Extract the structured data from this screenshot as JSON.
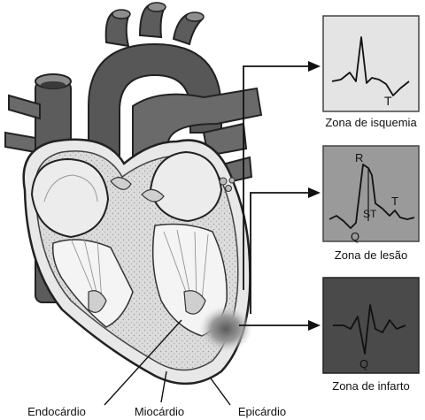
{
  "zones": {
    "ischemia": {
      "label": "Zona de isquemia",
      "wave_labels": {
        "t": "T"
      }
    },
    "lesion": {
      "label": "Zona de lesão",
      "wave_labels": {
        "r": "R",
        "st": "ST",
        "t": "T",
        "q": "Q"
      }
    },
    "infarct": {
      "label": "Zona de infarto",
      "wave_labels": {
        "q": "Q"
      }
    }
  },
  "layers": {
    "endocardium": "Endocárdio",
    "myocardium": "Miocárdio",
    "epicardium": "Epicárdio"
  },
  "colors": {
    "ischemia_panel": "#e4e4e4",
    "lesion_panel": "#9a9a9a",
    "infarct_panel": "#4a4a4a",
    "heart_dark": "#545454",
    "heart_light": "#e6e6e6"
  }
}
